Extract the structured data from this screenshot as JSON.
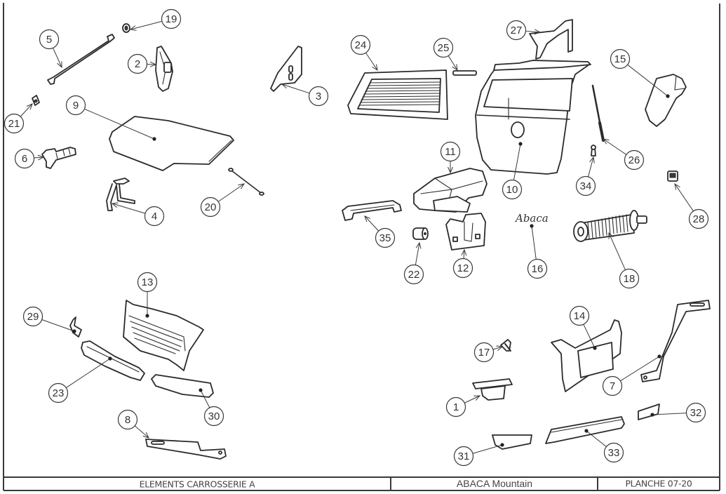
{
  "drawing": {
    "type": "exploded-parts-diagram",
    "stroke_color": "#2b2b2b",
    "background_color": "#ffffff"
  },
  "title_block": {
    "section": "ELEMENTS CARROSSERIE A",
    "model": "ABACA Mountain",
    "plate": "PLANCHE 07-20"
  },
  "logo_text": "Abaca",
  "callouts": [
    {
      "id": "c1",
      "label": "1"
    },
    {
      "id": "c2",
      "label": "2"
    },
    {
      "id": "c3",
      "label": "3"
    },
    {
      "id": "c4",
      "label": "4"
    },
    {
      "id": "c5",
      "label": "5"
    },
    {
      "id": "c6",
      "label": "6"
    },
    {
      "id": "c7",
      "label": "7"
    },
    {
      "id": "c8",
      "label": "8"
    },
    {
      "id": "c9",
      "label": "9"
    },
    {
      "id": "c10",
      "label": "10"
    },
    {
      "id": "c11",
      "label": "11"
    },
    {
      "id": "c12",
      "label": "12"
    },
    {
      "id": "c13",
      "label": "13"
    },
    {
      "id": "c14",
      "label": "14"
    },
    {
      "id": "c15",
      "label": "15"
    },
    {
      "id": "c16",
      "label": "16"
    },
    {
      "id": "c17",
      "label": "17"
    },
    {
      "id": "c18",
      "label": "18"
    },
    {
      "id": "c19",
      "label": "19"
    },
    {
      "id": "c20",
      "label": "20"
    },
    {
      "id": "c21",
      "label": "21"
    },
    {
      "id": "c22",
      "label": "22"
    },
    {
      "id": "c23",
      "label": "23"
    },
    {
      "id": "c24",
      "label": "24"
    },
    {
      "id": "c25",
      "label": "25"
    },
    {
      "id": "c26",
      "label": "26"
    },
    {
      "id": "c27",
      "label": "27"
    },
    {
      "id": "c28",
      "label": "28"
    },
    {
      "id": "c29",
      "label": "29"
    },
    {
      "id": "c30",
      "label": "30"
    },
    {
      "id": "c31",
      "label": "31"
    },
    {
      "id": "c32",
      "label": "32"
    },
    {
      "id": "c33",
      "label": "33"
    },
    {
      "id": "c34",
      "label": "34"
    },
    {
      "id": "c35",
      "label": "35"
    }
  ]
}
